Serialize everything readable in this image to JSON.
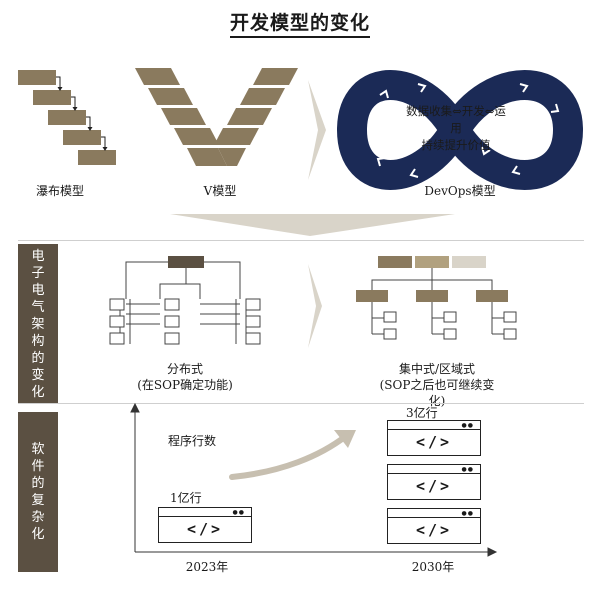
{
  "title": "开发模型的变化",
  "models": {
    "waterfall_label": "瀑布模型",
    "v_label": "V模型",
    "devops_label": "DevOps模型",
    "devops_center_line1": "数据收集⇔开发⇔运用",
    "devops_center_line2": "持续提升价值"
  },
  "architecture": {
    "side_label": "电子电气架构的变化",
    "distributed_label": "分布式",
    "distributed_note": "(在SOP确定功能)",
    "central_label": "集中式/区域式",
    "central_note": "(SOP之后也可继续变化)"
  },
  "software": {
    "side_label": "软件的复杂化",
    "metric_label": "程序行数",
    "value_2023": "1亿行",
    "value_2030": "3亿行",
    "year_2023": "2023年",
    "year_2030": "2030年",
    "code_symbol": "</>"
  },
  "colors": {
    "brown": "#8a7a5e",
    "tan": "#b1a17f",
    "dark_brown": "#5b5042",
    "navy": "#1b2a56",
    "light_gray": "#d9d4c9"
  }
}
